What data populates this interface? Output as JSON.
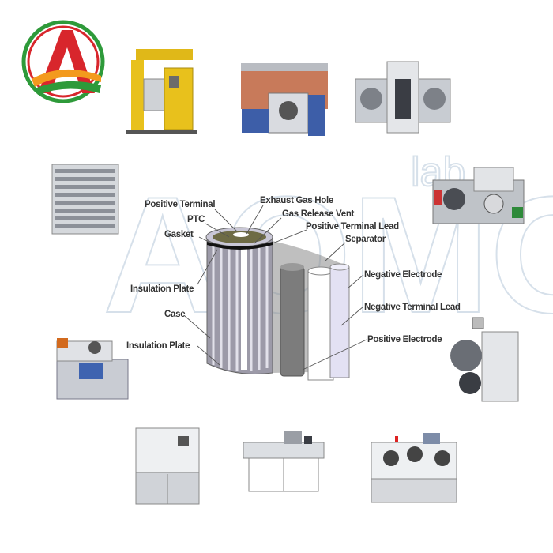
{
  "logo": {
    "letter": "A",
    "colors": {
      "red": "#d8262c",
      "orange": "#f39a1e",
      "green": "#2e9a3a"
    }
  },
  "watermark": {
    "main": "AOMO",
    "sub": "lab"
  },
  "diagram": {
    "labels": {
      "positive_terminal": "Positive Terminal",
      "ptc": "PTC",
      "gasket": "Gasket",
      "exhaust_gas_hole": "Exhaust Gas Hole",
      "gas_release_vent": "Gas Release Vent",
      "positive_terminal_lead": "Positive Terminal Lead",
      "separator": "Separator",
      "negative_electrode": "Negative Electrode",
      "insulation_plate_top": "Insulation Plate",
      "negative_terminal_lead": "Negative Terminal Lead",
      "case": "Case",
      "insulation_plate_bottom": "Insulation Plate",
      "positive_electrode": "Positive Electrode"
    },
    "colors": {
      "case": "#9c9aa8",
      "top": "#6e6b45",
      "negative_roll": "#7c7c7c",
      "separator_roll": "#ffffff",
      "electrode_roll": "#e3e1f3"
    }
  },
  "machines": [
    {
      "name": "mixing-machine",
      "color": "#e8c11c"
    },
    {
      "name": "coating-machine",
      "color": "#3d5ea8"
    },
    {
      "name": "rolling-press-machine",
      "color": "#c8ccd2"
    },
    {
      "name": "cell-testing-cabinet",
      "color": "#b8bcc2"
    },
    {
      "name": "slitting-machine",
      "color": "#bfc3c8"
    },
    {
      "name": "tab-welding-machine",
      "color": "#c9ccd3"
    },
    {
      "name": "winding-machine",
      "color": "#9ea2aa"
    },
    {
      "name": "sealing-machine",
      "color": "#d0d3d8"
    },
    {
      "name": "cutting-machine",
      "color": "#dcdfe3"
    },
    {
      "name": "electrode-winding-machine",
      "color": "#d6d8dc"
    }
  ]
}
